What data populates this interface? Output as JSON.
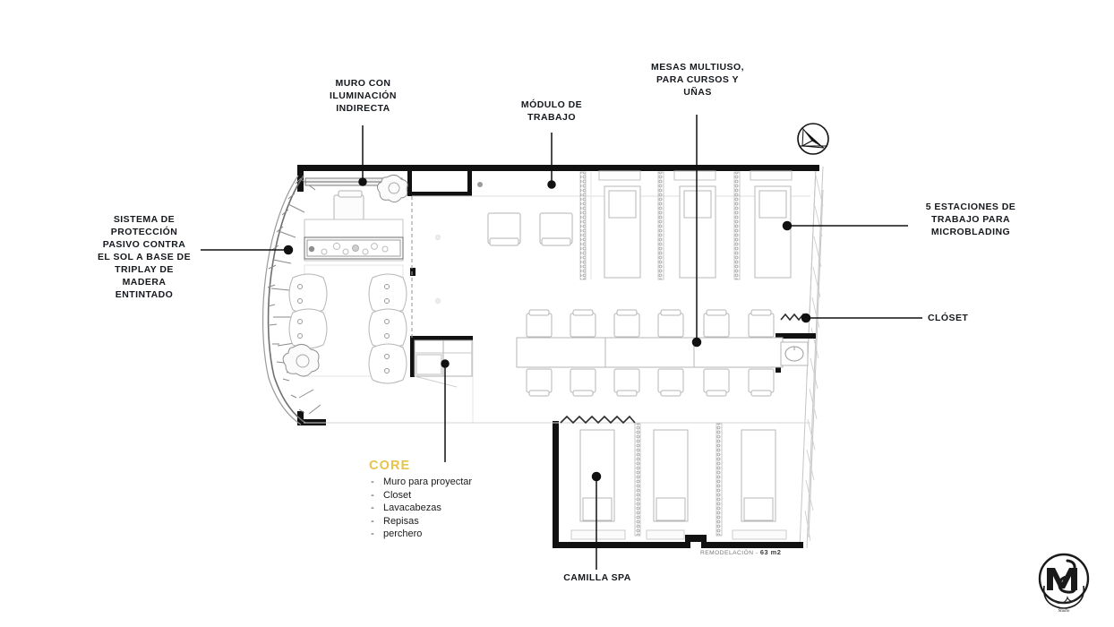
{
  "document": {
    "type": "architectural-floor-plan",
    "area_note_prefix": "REMODELACIÓN -",
    "area_note_value": "63 m2"
  },
  "annotations": [
    {
      "id": "muro-iluminacion",
      "text": "MURO CON\nILUMINACIÓN\nINDIRECTA"
    },
    {
      "id": "modulo-trabajo",
      "text": "MÓDULO DE\nTRABAJO"
    },
    {
      "id": "mesas-multiuso",
      "text": "MESAS MULTIUSO,\nPARA CURSOS Y\nUÑAS"
    },
    {
      "id": "estaciones-microblading",
      "text": "5 ESTACIONES DE\nTRABAJO PARA\nMICROBLADING"
    },
    {
      "id": "closet",
      "text": "CLÓSET"
    },
    {
      "id": "proteccion-solar",
      "text": "SISTEMA DE\nPROTECCIÓN\nPASIVO CONTRA\nEL SOL A BASE DE\nTRIPLAY DE\nMADERA\nENTINTADO"
    },
    {
      "id": "camilla-spa",
      "text": "CAMILLA SPA"
    }
  ],
  "core": {
    "title": "CORE",
    "bullet": "-",
    "items": [
      "Muro para proyectar",
      "Closet",
      "Lavacabezas",
      "Repisas",
      "perchero"
    ]
  },
  "icons": {
    "north_arrow": "north-arrow-icon",
    "logo": "studio-logo"
  },
  "colors": {
    "accent": "#E5C44C",
    "wall": "#111111",
    "furniture_line": "#aaaaaa",
    "screen_hatch": "#c9c9c9",
    "leader": "#111111"
  }
}
